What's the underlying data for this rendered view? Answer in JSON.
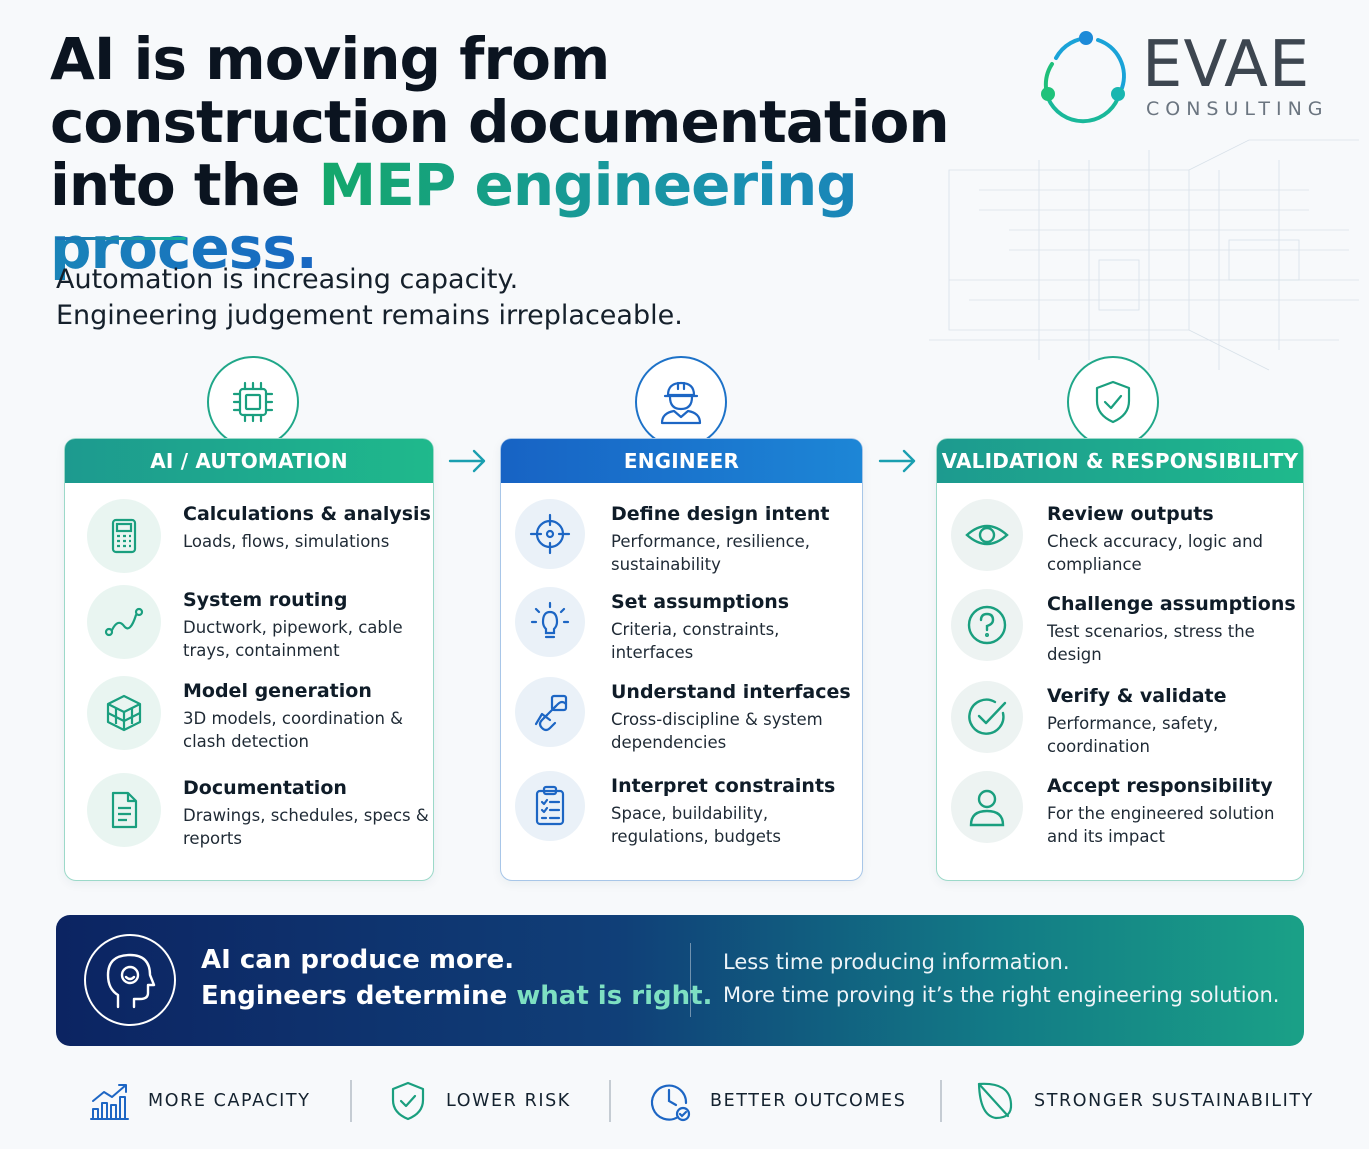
{
  "headline": {
    "line1": "AI is moving from",
    "line2": "construction documentation",
    "line3_prefix": "into the ",
    "line3_accent": "MEP engineering process."
  },
  "subtitle": {
    "line1": "Automation is increasing capacity.",
    "line2": "Engineering judgement remains irreplaceable."
  },
  "logo": {
    "word": "EVAE",
    "sub": "CONSULTING"
  },
  "colors": {
    "green": "#1fb98c",
    "blue": "#1763c4",
    "navy": "#0c2462",
    "accent_text": "#7ee0c2"
  },
  "columns": [
    {
      "title": "AI / AUTOMATION",
      "icon": "chip-icon",
      "items": [
        {
          "title": "Calculations & analysis",
          "desc": "Loads, flows, simulations",
          "icon": "calculator-icon"
        },
        {
          "title": "System routing",
          "desc": "Ductwork, pipework, cable trays, containment",
          "icon": "routing-icon"
        },
        {
          "title": "Model generation",
          "desc": "3D models, coordination & clash detection",
          "icon": "cube-icon"
        },
        {
          "title": "Documentation",
          "desc": "Drawings, schedules, specs & reports",
          "icon": "document-icon"
        }
      ]
    },
    {
      "title": "ENGINEER",
      "icon": "engineer-icon",
      "items": [
        {
          "title": "Define design intent",
          "desc": "Performance, resilience, sustainability",
          "icon": "target-icon"
        },
        {
          "title": "Set assumptions",
          "desc": "Criteria, constraints, interfaces",
          "icon": "lightbulb-icon"
        },
        {
          "title": "Understand interfaces",
          "desc": "Cross-discipline & system dependencies",
          "icon": "link-icon"
        },
        {
          "title": "Interpret constraints",
          "desc": "Space, buildability, regulations, budgets",
          "icon": "clipboard-icon"
        }
      ]
    },
    {
      "title": "VALIDATION & RESPONSIBILITY",
      "icon": "shield-check-icon",
      "items": [
        {
          "title": "Review outputs",
          "desc": "Check accuracy, logic and compliance",
          "icon": "eye-icon"
        },
        {
          "title": "Challenge assumptions",
          "desc": "Test scenarios, stress the design",
          "icon": "question-icon"
        },
        {
          "title": "Verify & validate",
          "desc": "Performance, safety, coordination",
          "icon": "check-circle-icon"
        },
        {
          "title": "Accept responsibility",
          "desc": "For the engineered solution and its impact",
          "icon": "person-icon"
        }
      ]
    }
  ],
  "banner": {
    "line1": "AI can produce more.",
    "line2_prefix": "Engineers determine ",
    "line2_accent": "what is right.",
    "right1": "Less time producing information.",
    "right2": "More time proving it’s the right engineering solution."
  },
  "footer": [
    {
      "label": "MORE CAPACITY",
      "icon": "growth-chart-icon"
    },
    {
      "label": "LOWER RISK",
      "icon": "shield-check-icon"
    },
    {
      "label": "BETTER OUTCOMES",
      "icon": "clock-check-icon"
    },
    {
      "label": "STRONGER SUSTAINABILITY",
      "icon": "leaf-icon"
    }
  ]
}
